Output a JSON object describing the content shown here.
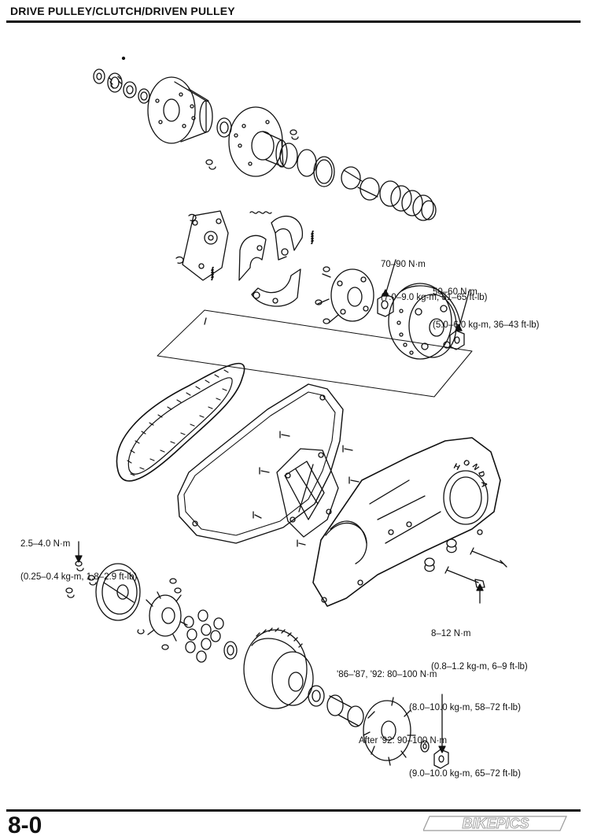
{
  "header": {
    "title": "DRIVE PULLEY/CLUTCH/DRIVEN PULLEY"
  },
  "footer": {
    "page_number": "8-0",
    "watermark_text": "BIKEPICS"
  },
  "torque_specs": {
    "clutch_nut": {
      "line1": "70–90 N·m",
      "line2": "(7.0–9.0 kg-m, 51–65 ft-lb)"
    },
    "clutch_outer_nut": {
      "line1": "50–60 N·m",
      "line2": "(5.0–6.0 kg-m, 36–43 ft-lb)"
    },
    "ramp_plate_bolt": {
      "line1": "2.5–4.0 N·m",
      "line2": "(0.25–0.4 kg-m, 1.8–2.9 ft-lb)"
    },
    "cover_bolt": {
      "line1": "8–12 N·m",
      "line2": "(0.8–1.2 kg-m, 6–9 ft-lb)"
    },
    "drive_pulley_nut": {
      "line1": "'86–'87, '92: 80–100 N·m",
      "line2": "(8.0–10.0 kg-m, 58–72 ft-lb)",
      "line3": "After '92: 90–100 N·m",
      "line4": "(9.0–10.0 kg-m, 65–72 ft-lb)"
    }
  },
  "cover_lettering": "HONDA",
  "colors": {
    "ink": "#111111",
    "paper": "#ffffff",
    "watermark": "#9a9a9a"
  }
}
